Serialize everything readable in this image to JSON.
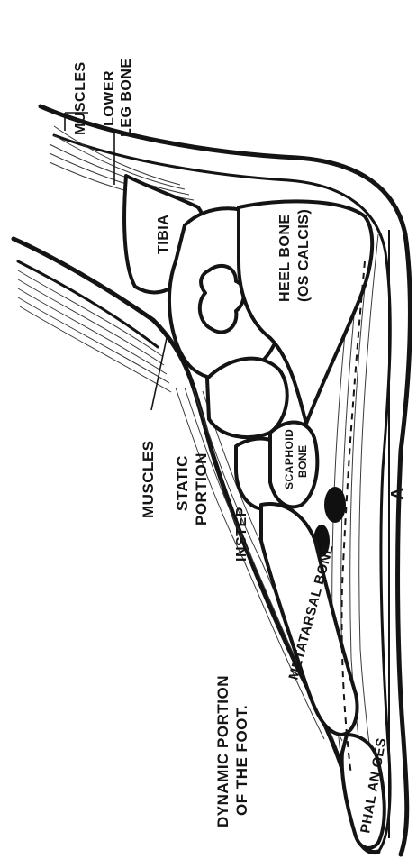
{
  "labels": {
    "muscles_top": "MUSCLES",
    "lower_leg_bone_1": "LOWER",
    "lower_leg_bone_2": "LEG BONE",
    "tibia": "TIBIA",
    "heel_bone_1": "HEEL BONE",
    "heel_bone_2": "(OS CALCIS)",
    "muscles_left": "MUSCLES",
    "static_portion_1": "STATIC",
    "static_portion_2": "PORTION",
    "instep": "INSTEP",
    "scaphoid_1": "SCAPHOID",
    "scaphoid_2": "BONE",
    "metatarsal_1": "METATARSAL BONE",
    "dynamic_1": "DYNAMIC PORTION",
    "dynamic_2": "OF THE FOOT.",
    "phalanges": "PHAL AN GES",
    "marker": "A"
  },
  "colors": {
    "ink": "#141414",
    "paper": "#ffffff",
    "dark_bone": "#101010"
  }
}
